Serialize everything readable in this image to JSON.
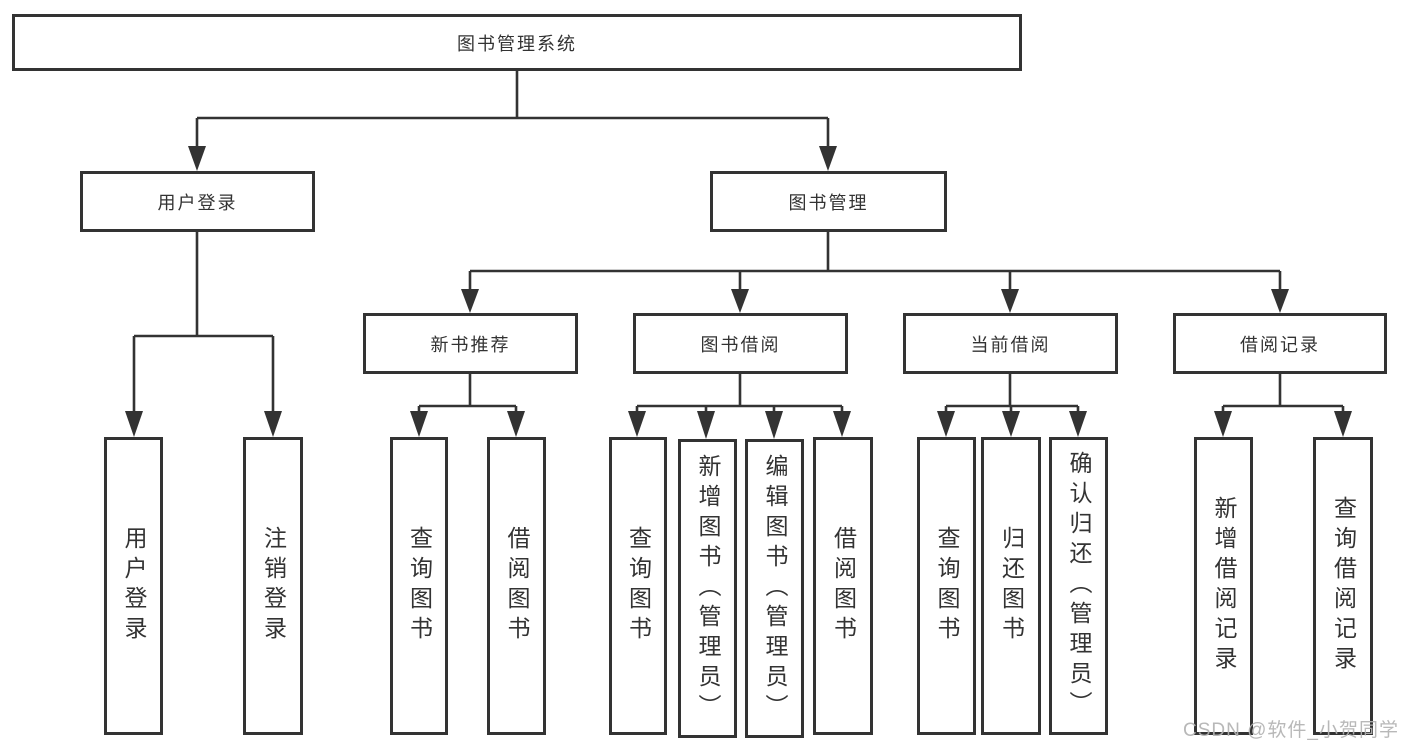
{
  "colors": {
    "line": "#333333",
    "box_border": "#333333",
    "text": "#333333",
    "background": "#ffffff",
    "watermark": "#b2b2b2"
  },
  "nodes": {
    "root": {
      "label": "图书管理系统"
    },
    "level2": [
      {
        "label": "用户登录"
      },
      {
        "label": "图书管理"
      }
    ],
    "level3": [
      {
        "label": "新书推荐"
      },
      {
        "label": "图书借阅"
      },
      {
        "label": "当前借阅"
      },
      {
        "label": "借阅记录"
      }
    ],
    "leaves": [
      {
        "label": "用户登录"
      },
      {
        "label": "注销登录"
      },
      {
        "label": "查询图书"
      },
      {
        "label": "借阅图书"
      },
      {
        "label": "查询图书"
      },
      {
        "label": "新增图书（管理员）"
      },
      {
        "label": "编辑图书（管理员）"
      },
      {
        "label": "借阅图书"
      },
      {
        "label": "查询图书"
      },
      {
        "label": "归还图书"
      },
      {
        "label": "确认归还（管理员）"
      },
      {
        "label": "新增借阅记录"
      },
      {
        "label": "查询借阅记录"
      }
    ]
  },
  "watermark": {
    "text": "CSDN @软件_小贺同学"
  }
}
